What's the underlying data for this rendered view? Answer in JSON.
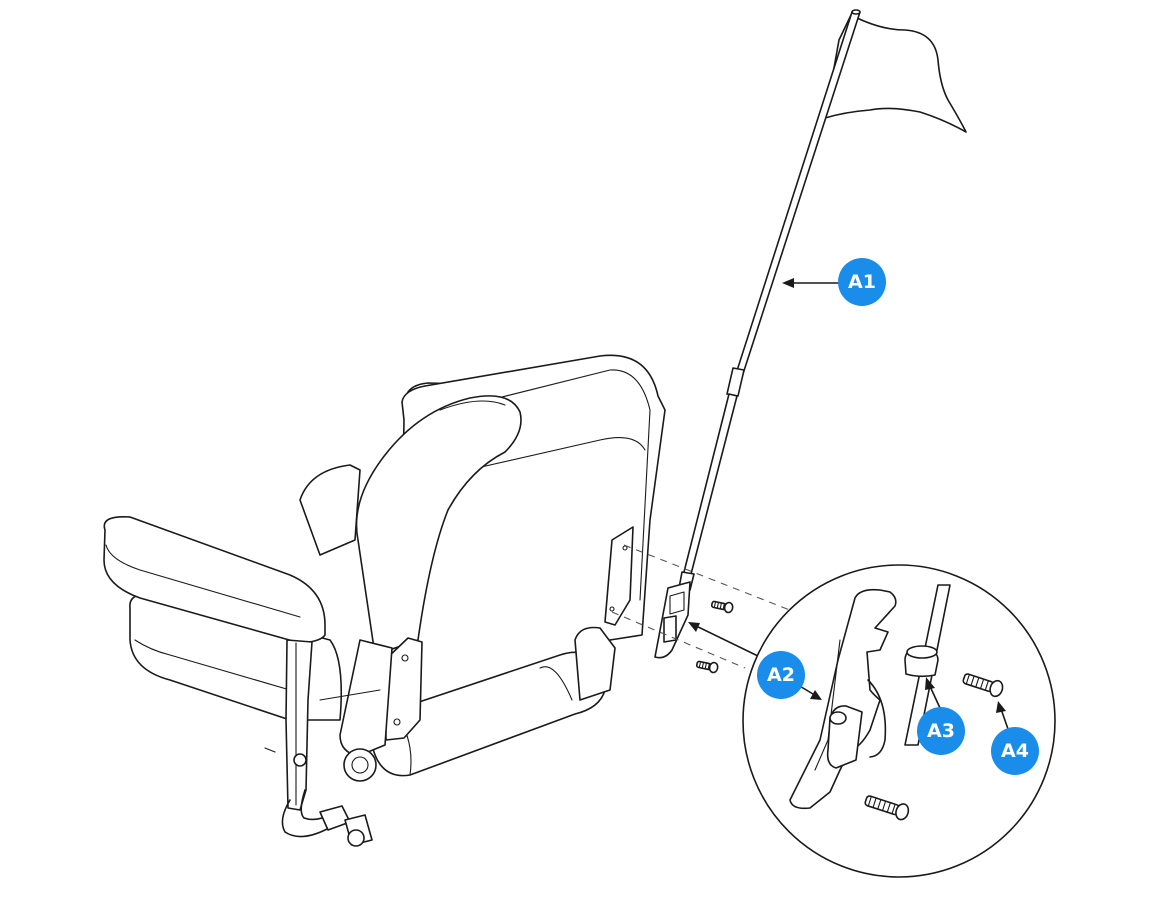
{
  "callouts": [
    {
      "label": "A1"
    },
    {
      "label": "A2"
    },
    {
      "label": "A3"
    },
    {
      "label": "A4"
    }
  ],
  "colors": {
    "callout": "#1a8cea",
    "line": "#1a1a1a"
  }
}
